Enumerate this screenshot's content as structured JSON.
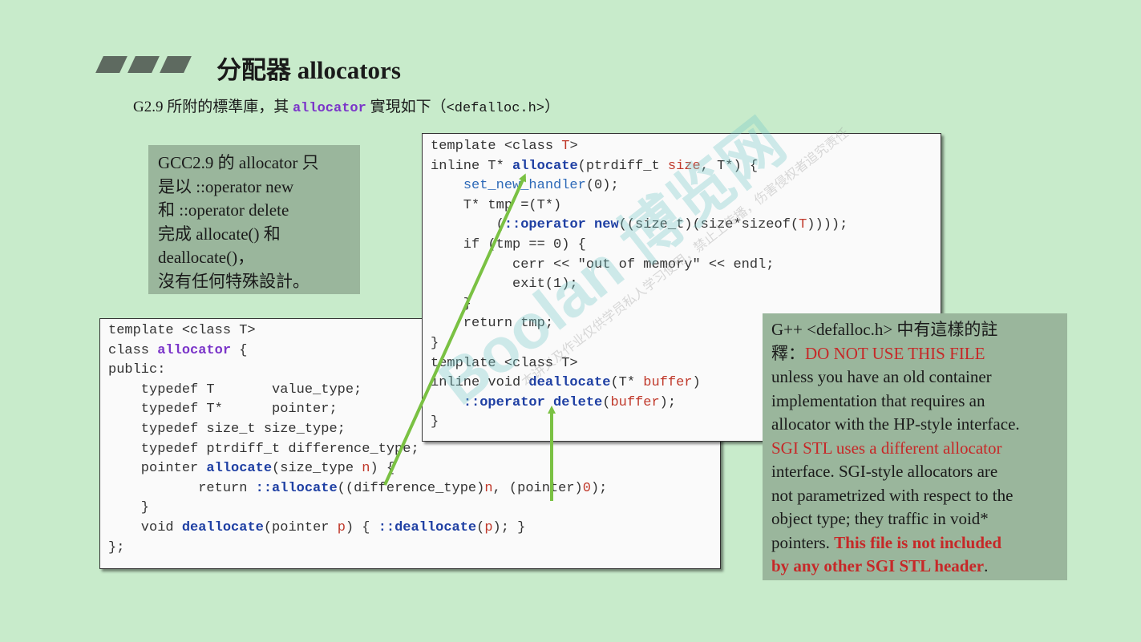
{
  "header": {
    "title": "分配器 allocators",
    "subtitle_prefix": "G2.9 所附的標準庫，其 ",
    "subtitle_keyword": "allocator",
    "subtitle_middle": " 實現如下（",
    "subtitle_file": "<defalloc.h>",
    "subtitle_suffix": "）"
  },
  "note": {
    "lines": [
      "GCC2.9 的 allocator 只",
      "是以 ::operator new",
      "和 ::operator delete",
      "完成 allocate() 和",
      "deallocate()，",
      "沒有任何特殊設計。"
    ]
  },
  "left_code": [
    [
      {
        "t": "template <class T>"
      }
    ],
    [
      {
        "t": "class "
      },
      {
        "t": "allocator",
        "c": "kw"
      },
      {
        "t": " {"
      }
    ],
    [
      {
        "t": "public:"
      }
    ],
    [
      {
        "t": "    typedef T       value_type;"
      }
    ],
    [
      {
        "t": "    typedef T*      pointer;"
      }
    ],
    [
      {
        "t": "    typedef size_t size_type;"
      }
    ],
    [
      {
        "t": "    typedef ptrdiff_t difference_type;"
      }
    ],
    [
      {
        "t": "    pointer "
      },
      {
        "t": "allocate",
        "c": "fn"
      },
      {
        "t": "(size_type "
      },
      {
        "t": "n",
        "c": "param"
      },
      {
        "t": ") {"
      }
    ],
    [
      {
        "t": "           return "
      },
      {
        "t": "::allocate",
        "c": "fn"
      },
      {
        "t": "((difference_type)"
      },
      {
        "t": "n",
        "c": "param"
      },
      {
        "t": ", (pointer)"
      },
      {
        "t": "0",
        "c": "num"
      },
      {
        "t": ");"
      }
    ],
    [
      {
        "t": "    }"
      }
    ],
    [
      {
        "t": "    void "
      },
      {
        "t": "deallocate",
        "c": "fn"
      },
      {
        "t": "(pointer "
      },
      {
        "t": "p",
        "c": "param"
      },
      {
        "t": ") { "
      },
      {
        "t": "::deallocate",
        "c": "fn"
      },
      {
        "t": "("
      },
      {
        "t": "p",
        "c": "param"
      },
      {
        "t": "); }"
      }
    ],
    [
      {
        "t": "};"
      }
    ]
  ],
  "right_code": [
    [
      {
        "t": "template <class "
      },
      {
        "t": "T",
        "c": "param"
      },
      {
        "t": ">"
      }
    ],
    [
      {
        "t": "inline T* "
      },
      {
        "t": "allocate",
        "c": "fn"
      },
      {
        "t": "(ptrdiff_t "
      },
      {
        "t": "size",
        "c": "param"
      },
      {
        "t": ", T*) {"
      }
    ],
    [
      {
        "t": "    "
      },
      {
        "t": "set_new_handler",
        "c": "call"
      },
      {
        "t": "(0);"
      }
    ],
    [
      {
        "t": "    T* tmp =(T*)"
      }
    ],
    [
      {
        "t": "        ("
      },
      {
        "t": "::operator new",
        "c": "fn"
      },
      {
        "t": "((size_t)(size*sizeof("
      },
      {
        "t": "T",
        "c": "param"
      },
      {
        "t": "))));"
      }
    ],
    [
      {
        "t": "    if (tmp == 0) {"
      }
    ],
    [
      {
        "t": "          cerr << \"out of memory\" << endl;"
      }
    ],
    [
      {
        "t": "          exit(1);"
      }
    ],
    [
      {
        "t": "    }"
      }
    ],
    [
      {
        "t": "    return tmp;"
      }
    ],
    [
      {
        "t": "}"
      }
    ],
    [
      {
        "t": "template <class T>"
      }
    ],
    [
      {
        "t": "inline void "
      },
      {
        "t": "deallocate",
        "c": "fn"
      },
      {
        "t": "(T* "
      },
      {
        "t": "buffer",
        "c": "param"
      },
      {
        "t": ")"
      }
    ],
    [
      {
        "t": "    "
      },
      {
        "t": "::operator delete",
        "c": "fn"
      },
      {
        "t": "("
      },
      {
        "t": "buffer",
        "c": "param"
      },
      {
        "t": ");"
      }
    ],
    [
      {
        "t": "}"
      }
    ]
  ],
  "comment_box": {
    "lines": [
      [
        {
          "t": "G++ <defalloc.h> 中有這樣的註"
        }
      ],
      [
        {
          "t": "釋："
        },
        {
          "t": "DO NOT USE THIS FILE",
          "c": "red"
        }
      ],
      [
        {
          "t": "unless you have an old container"
        }
      ],
      [
        {
          "t": "implementation that requires an"
        }
      ],
      [
        {
          "t": "allocator with the HP-style interface."
        }
      ],
      [
        {
          "t": "SGI STL uses a different allocator",
          "c": "red"
        }
      ],
      [
        {
          "t": "interface.  SGI-style allocators are"
        }
      ],
      [
        {
          "t": "not parametrized with respect to the"
        }
      ],
      [
        {
          "t": "object type; they traffic in void*"
        }
      ],
      [
        {
          "t": "pointers.  "
        },
        {
          "t": "This file is not included",
          "c": "red-b"
        }
      ],
      [
        {
          "t": "by any other SGI STL header",
          "c": "red-b"
        },
        {
          "t": "."
        }
      ]
    ]
  },
  "watermark": {
    "big": "Boolan 博览网",
    "small": "本讲义及作业仅供学员私人学习使用，禁止上传播，伤害侵权者追究责任"
  },
  "colors": {
    "background": "#c8ebcb",
    "note_bg": "#9ab69c",
    "arrow": "#7ac143",
    "keyword_purple": "#7b35c9",
    "function_blue": "#1e3fa3",
    "param_red": "#c0392b",
    "comment_red": "#c62828"
  }
}
